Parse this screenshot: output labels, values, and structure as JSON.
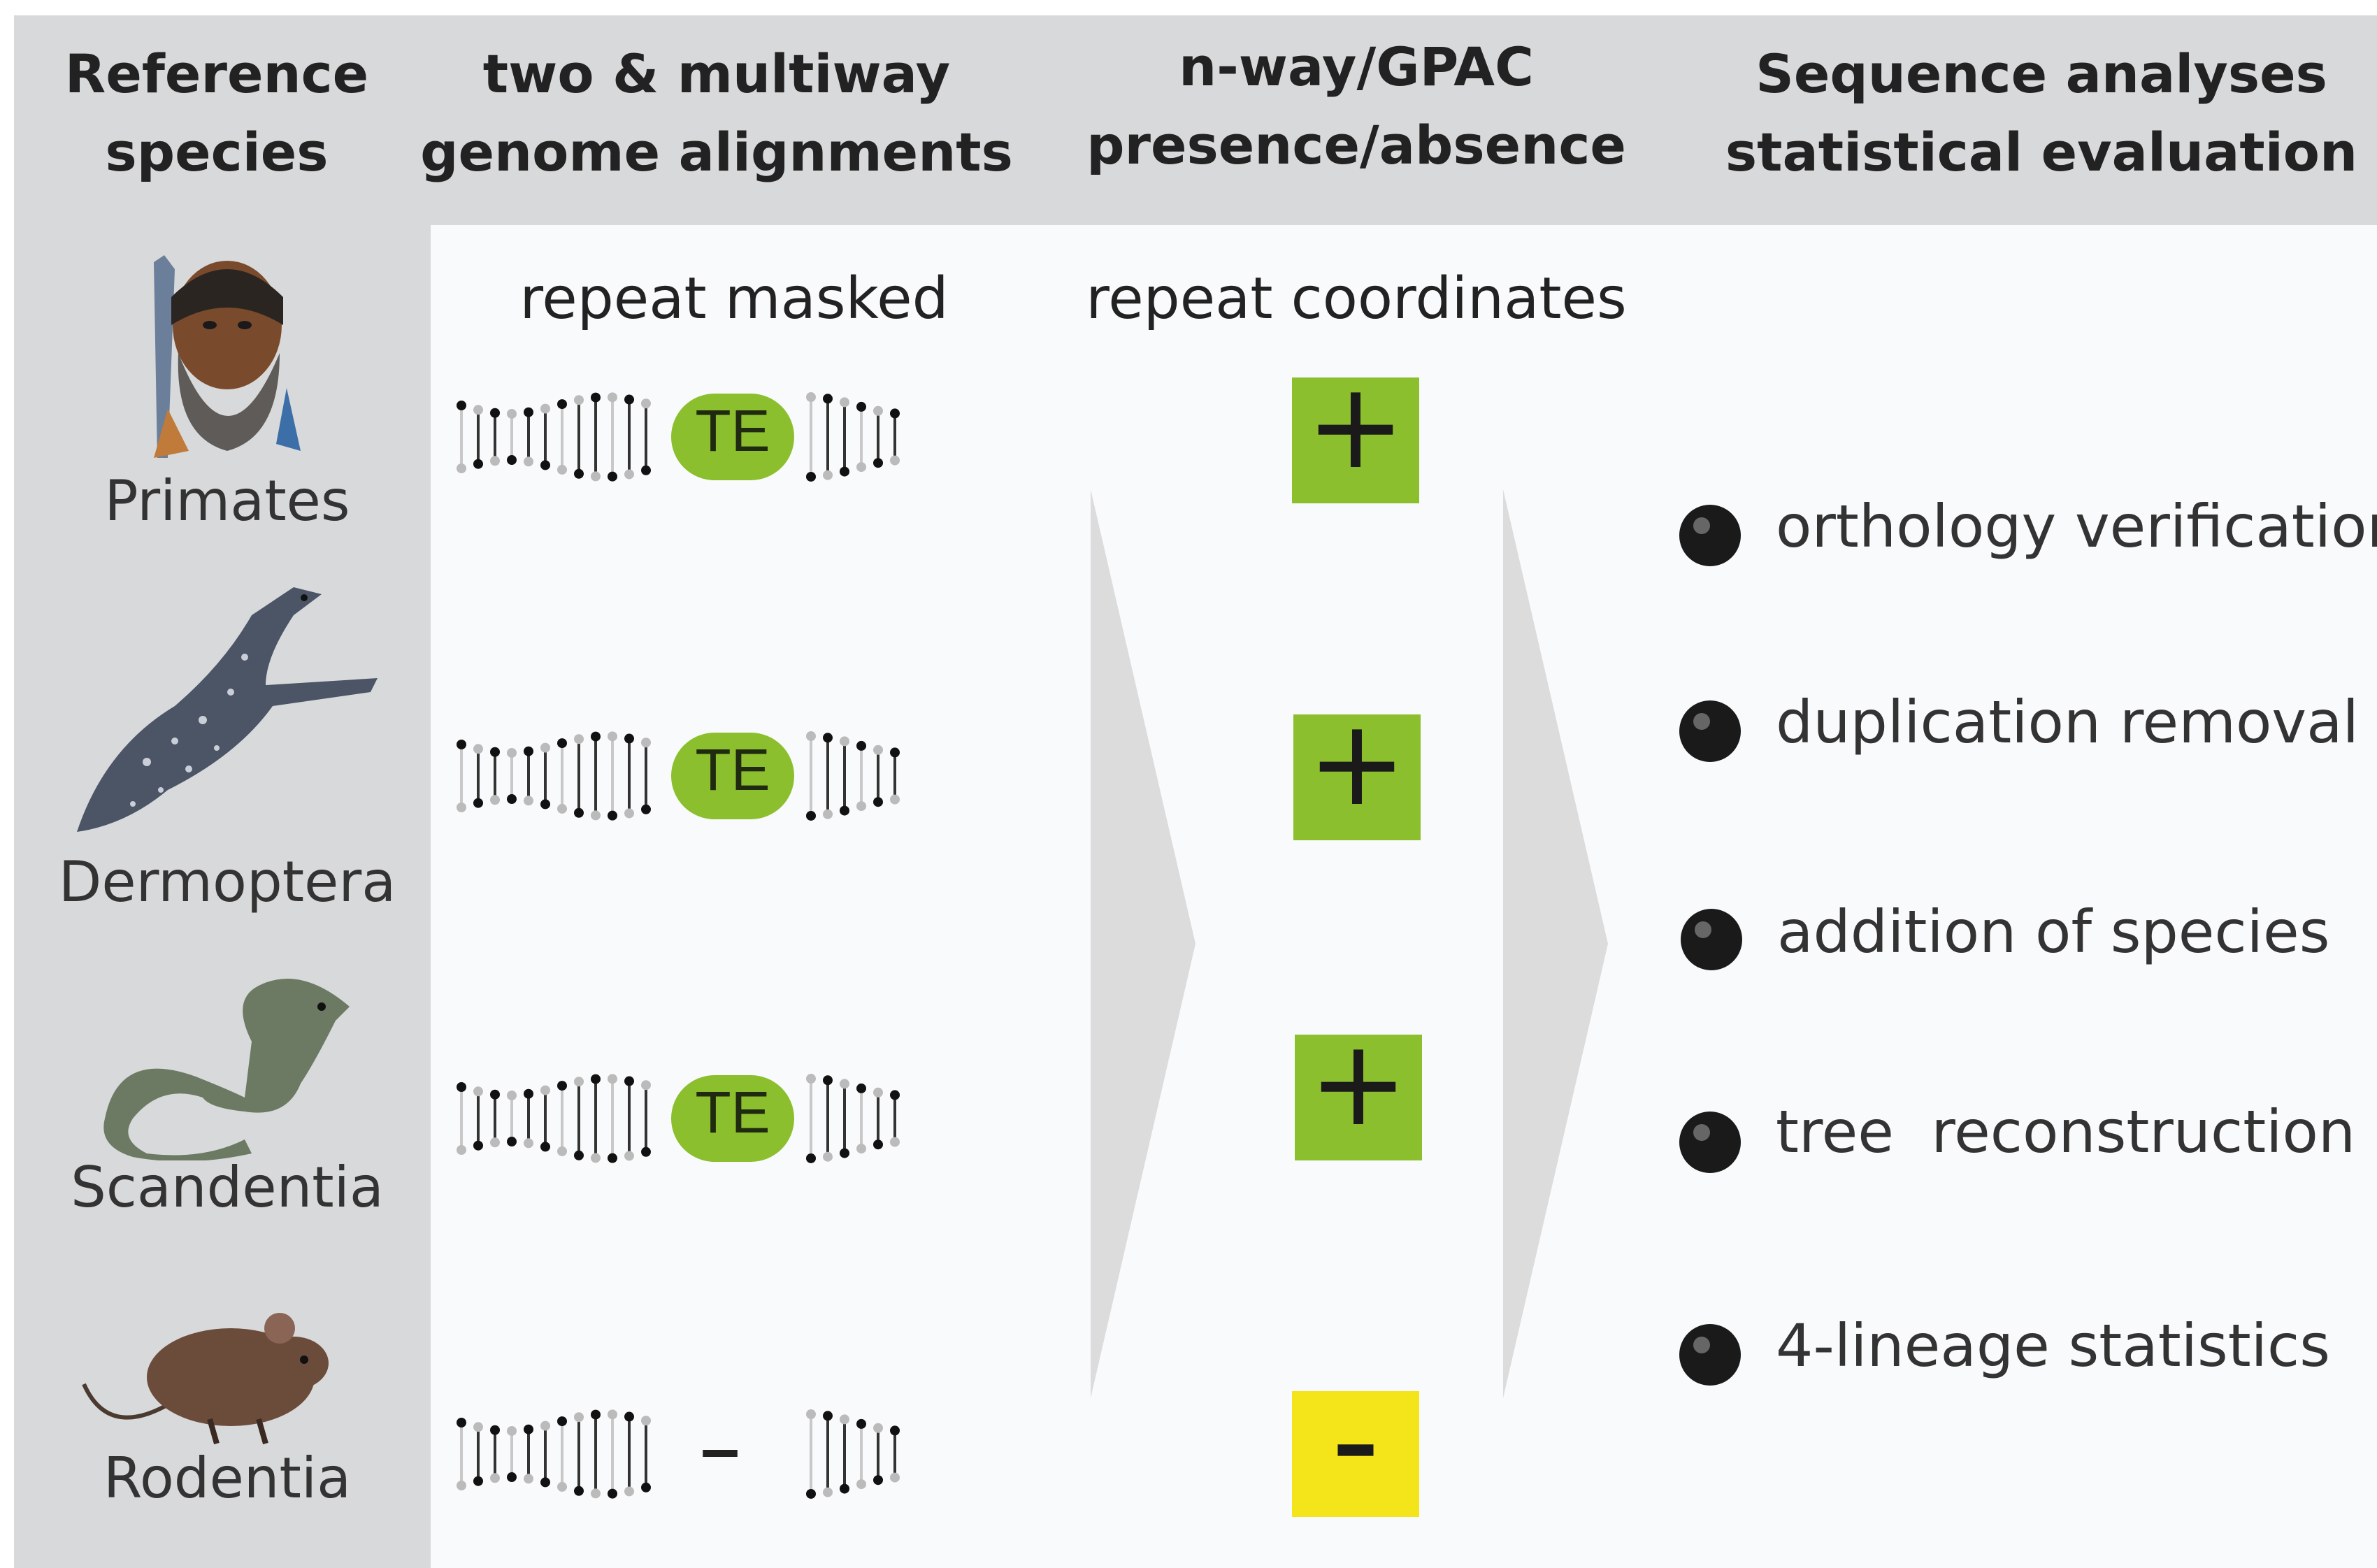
{
  "headers": {
    "reference": [
      "Reference",
      "species"
    ],
    "alignments": [
      "two & multiway",
      "genome alignments"
    ],
    "presence": [
      "n-way/GPAC",
      "presence/absence"
    ],
    "analyses": [
      "Sequence analyses",
      "statistical evaluation"
    ]
  },
  "subheaders": {
    "alignments": "repeat masked",
    "presence": "repeat coordinates"
  },
  "species": [
    {
      "label": "Primates",
      "icon": "primate-head-icon",
      "te": "TE",
      "sign": "+",
      "status": "present"
    },
    {
      "label": "Dermoptera",
      "icon": "colugo-icon",
      "te": "TE",
      "sign": "+",
      "status": "present"
    },
    {
      "label": "Scandentia",
      "icon": "treeshrew-icon",
      "te": "TE",
      "sign": "+",
      "status": "present"
    },
    {
      "label": "Rodentia",
      "icon": "mouse-icon",
      "te": "–",
      "sign": "–",
      "status": "absent"
    }
  ],
  "analyses": [
    "orthology verification",
    "duplication removal",
    "addition of species",
    "tree  reconstruction",
    "4-lineage statistics"
  ],
  "colors": {
    "panel_gray": "#d8d9da",
    "content_bg": "#f9fafc",
    "present_green": "#8cbf2e",
    "absent_yellow": "#f4e41a",
    "arrow_gray": "#dcdcdc"
  }
}
